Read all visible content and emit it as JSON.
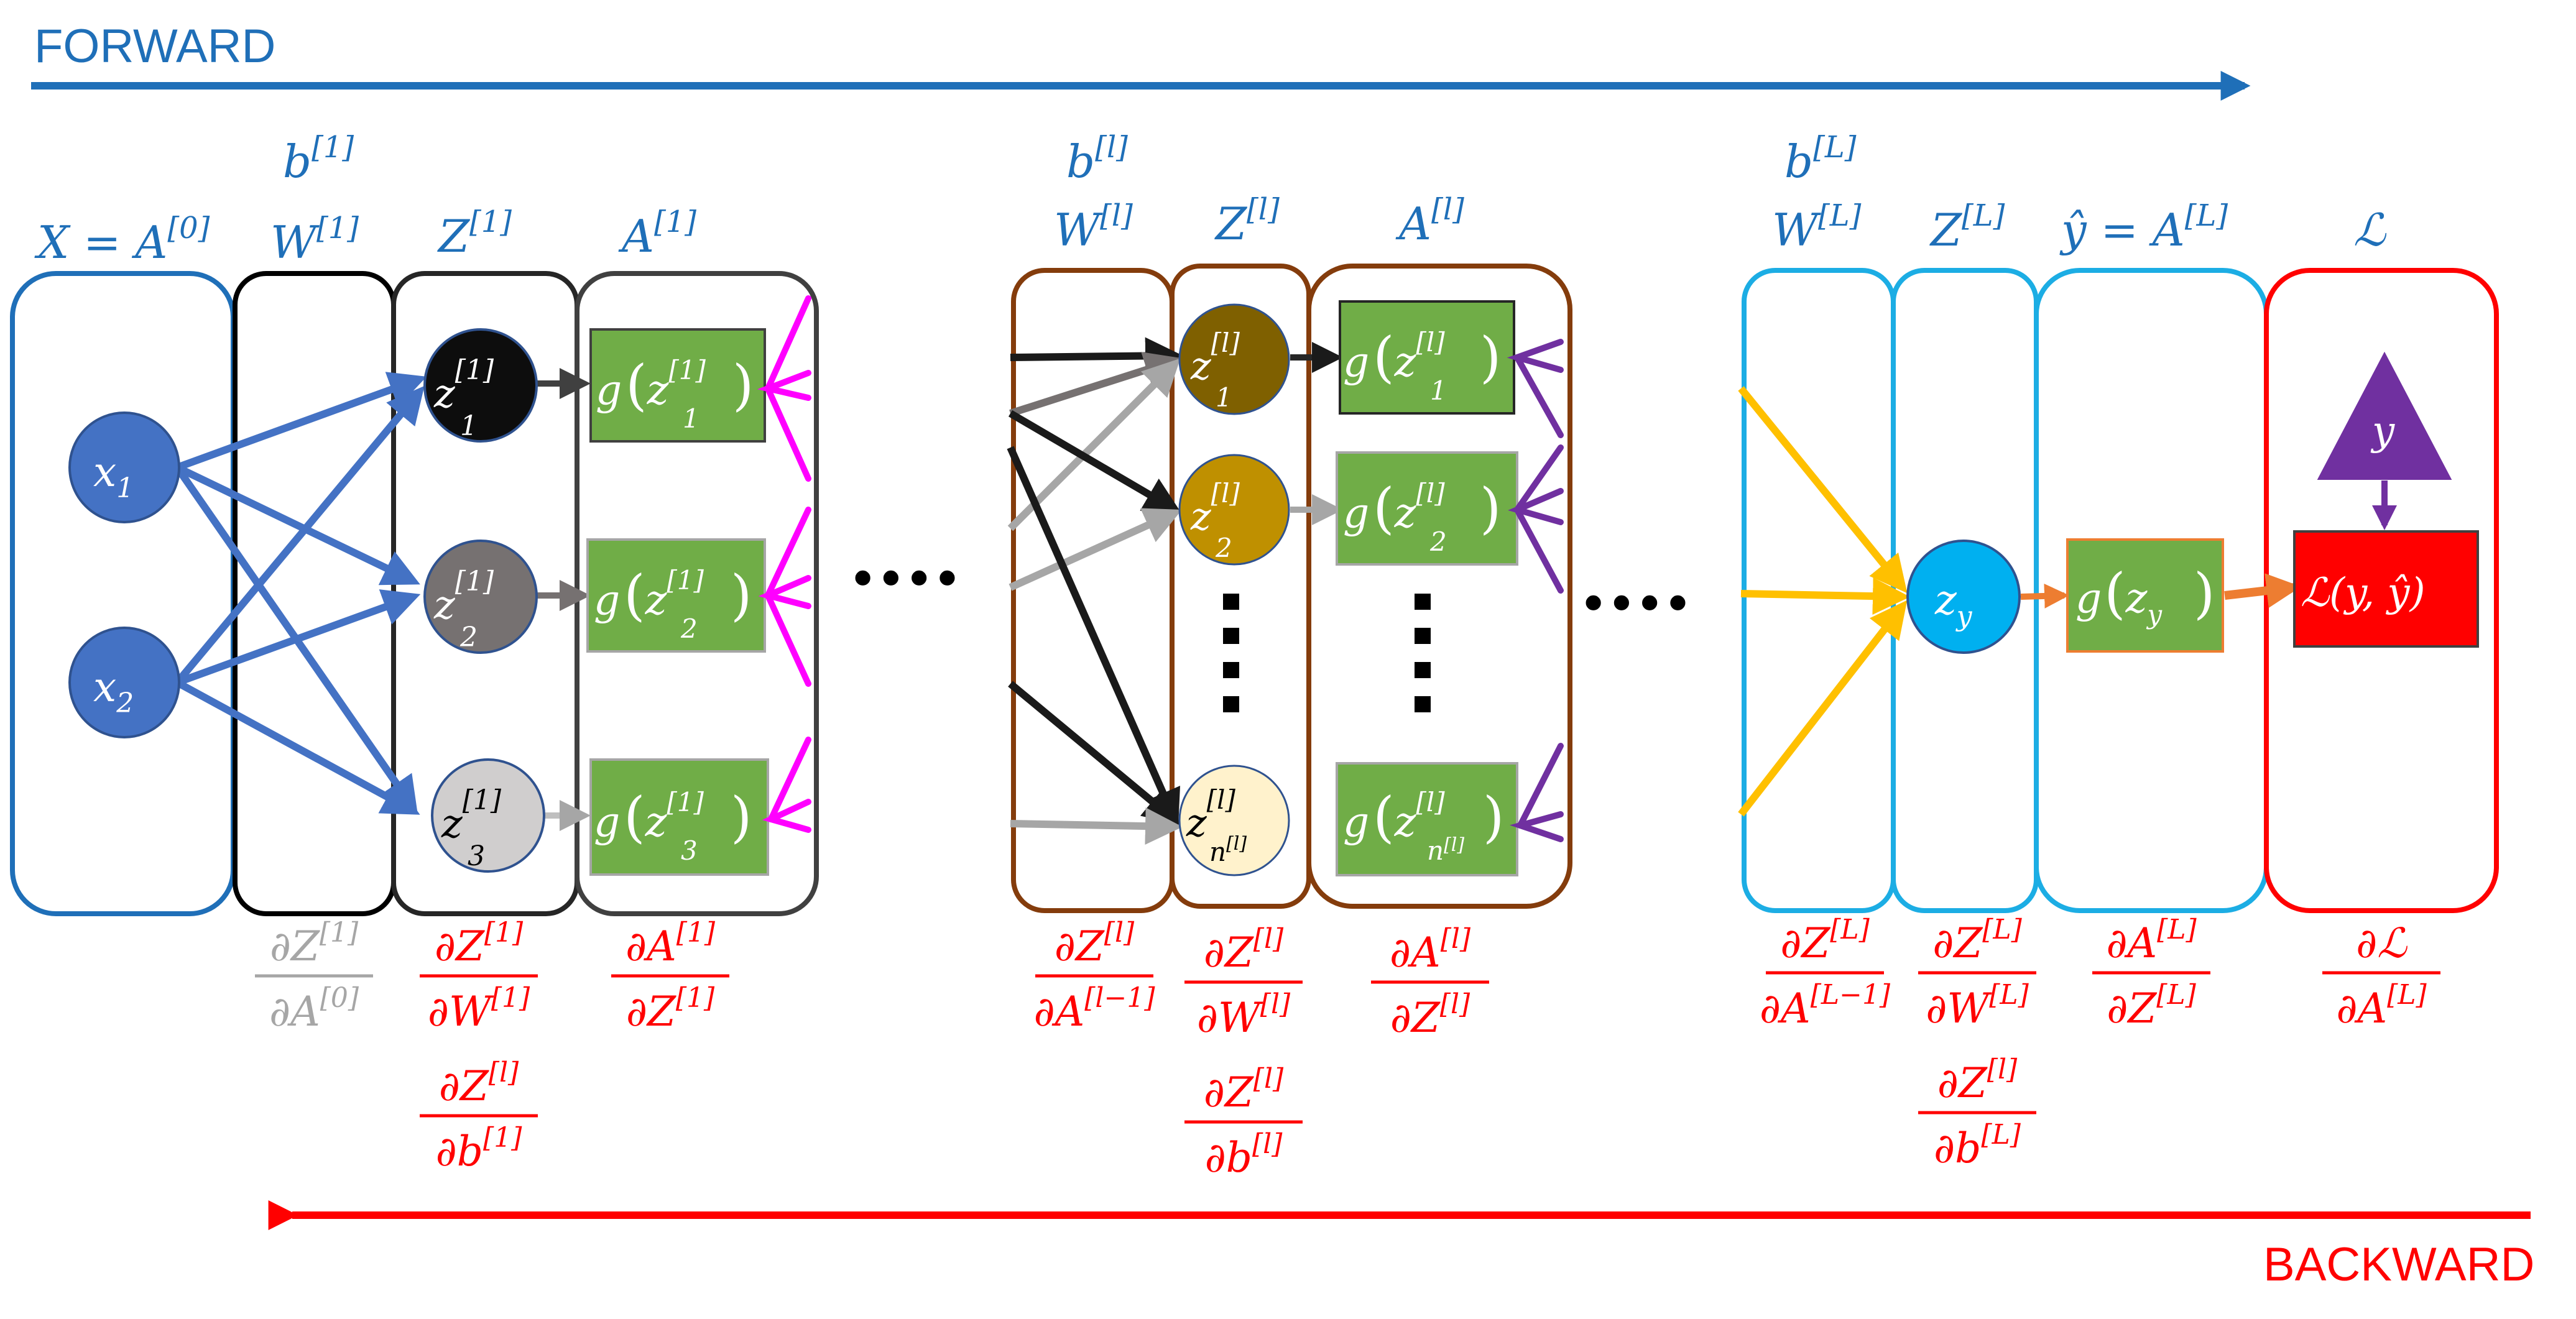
{
  "forward": {
    "label": "FORWARD",
    "color": "#1f6fb8"
  },
  "backward": {
    "label": "BACKWARD",
    "color": "#ff0000"
  },
  "colors": {
    "input_blue": "#1f6fb8",
    "node_blue": "#4472c4",
    "layer1_gray": "#404040",
    "layerl_brown": "#843c0c",
    "layerL_cyan": "#1cade4",
    "loss_red": "#ff0000",
    "act_green": "#70ad47",
    "edge_magenta": "#ff00ff",
    "edge_purple": "#7030a0",
    "edge_yellow": "#ffc000",
    "edge_orange": "#ed7d31",
    "triangle_purple": "#7030a0"
  },
  "headers": {
    "x": "X = A",
    "x_sup": "[0]",
    "b1": "b",
    "b1_sup": "[1]",
    "w1": "W",
    "w1_sup": "[1]",
    "z1": "Z",
    "z1_sup": "[1]",
    "a1": "A",
    "a1_sup": "[1]",
    "bl": "b",
    "bl_sup": "[l]",
    "wl": "W",
    "wl_sup": "[l]",
    "zl": "Z",
    "zl_sup": "[l]",
    "al": "A",
    "al_sup": "[l]",
    "bL": "b",
    "bL_sup": "[L]",
    "wL": "W",
    "wL_sup": "[L]",
    "zL": "Z",
    "zL_sup": "[L]",
    "yhat": "ŷ = A",
    "yhat_sup": "[L]",
    "loss": "ℒ"
  },
  "nodes": {
    "x1": "x",
    "x1_sub": "1",
    "x2": "x",
    "x2_sub": "2",
    "z11": "z",
    "z11_sup": "[1]",
    "z11_sub": "1",
    "z12": "z",
    "z12_sup": "[1]",
    "z12_sub": "2",
    "z13": "z",
    "z13_sup": "[1]",
    "z13_sub": "3",
    "zl1": "z",
    "zl1_sup": "[l]",
    "zl1_sub": "1",
    "zl2": "z",
    "zl2_sup": "[l]",
    "zl2_sub": "2",
    "zln": "z",
    "zln_sup": "[l]",
    "zln_sub": "n",
    "zln_subsup": "[l]",
    "zy": "z",
    "zy_sub": "y",
    "y": "y",
    "g": "g",
    "loss_fn": "ℒ(y, ŷ)"
  },
  "derivatives": {
    "d1": {
      "num": "∂Z[1]",
      "den": "∂A[0]"
    },
    "d2": {
      "num": "∂Z[1]",
      "den": "∂W[1]"
    },
    "d3": {
      "num": "∂Z[l]",
      "den": "∂b[1]"
    },
    "d4": {
      "num": "∂A[1]",
      "den": "∂Z[1]"
    },
    "d5": {
      "num": "∂Z[l]",
      "den": "∂A[l−1]"
    },
    "d6": {
      "num": "∂Z[l]",
      "den": "∂W[l]"
    },
    "d7": {
      "num": "∂Z[l]",
      "den": "∂b[l]"
    },
    "d8": {
      "num": "∂A[l]",
      "den": "∂Z[l]"
    },
    "d9": {
      "num": "∂Z[L]",
      "den": "∂A[L−1]"
    },
    "d10": {
      "num": "∂Z[L]",
      "den": "∂W[L]"
    },
    "d11": {
      "num": "∂Z[l]",
      "den": "∂b[L]"
    },
    "d12": {
      "num": "∂A[L]",
      "den": "∂Z[L]"
    },
    "d13": {
      "num": "∂ℒ",
      "den": "∂A[L]"
    }
  },
  "ellipsis": "····"
}
